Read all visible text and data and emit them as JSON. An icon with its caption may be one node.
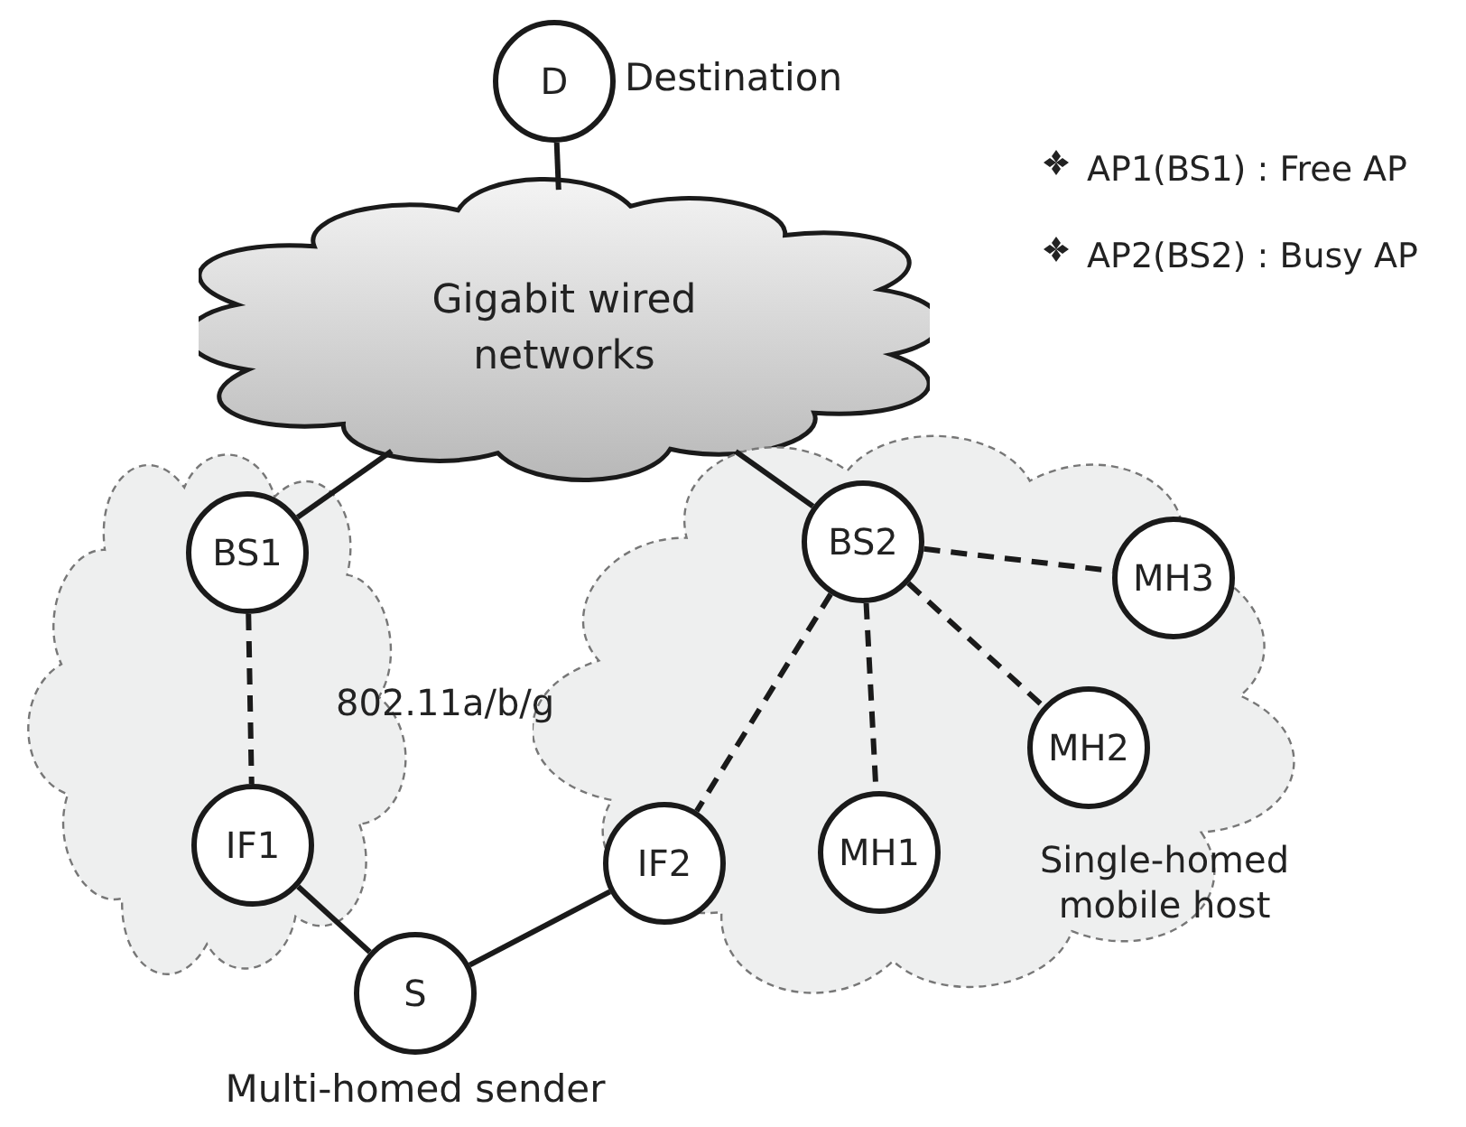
{
  "diagram": {
    "nodes": [
      {
        "text": [
          "D"
        ],
        "beside": [
          "Destination"
        ]
      },
      {
        "text": [
          "Gigabit wired networks"
        ]
      },
      {
        "text": [],
        "shape": "cloud"
      },
      {
        "text": [
          "BS1"
        ],
        "in": 2
      },
      {
        "text": [
          "IF1"
        ],
        "in": 2
      },
      {
        "text": [],
        "shape": "cloud"
      },
      {
        "text": [
          "BS2"
        ],
        "in": 5
      },
      {
        "text": [
          "MH3"
        ],
        "in": 5
      },
      {
        "text": [
          "MH2"
        ],
        "in": 5
      },
      {
        "text": [
          "IF2"
        ],
        "in": 5
      },
      {
        "text": [
          "MH1"
        ],
        "in": 5
      },
      {
        "text": [
          "S"
        ],
        "beside": [
          "Multi-homed sender"
        ]
      }
    ],
    "edges": [
      {
        "from": 0,
        "to": 1,
        "arrow": "none"
      },
      {
        "from": 1,
        "to": 3,
        "arrow": "none"
      },
      {
        "from": 1,
        "to": 6,
        "arrow": "none"
      },
      {
        "from": 3,
        "to": 4,
        "arrow": "none",
        "style": "dashed"
      },
      {
        "from": 4,
        "to": 11,
        "arrow": "none"
      },
      {
        "from": 11,
        "to": 9,
        "arrow": "none"
      },
      {
        "from": 6,
        "to": 9,
        "arrow": "none",
        "style": "dashed"
      },
      {
        "from": 6,
        "to": 10,
        "arrow": "none",
        "style": "dashed"
      },
      {
        "from": 6,
        "to": 8,
        "arrow": "none",
        "style": "dashed"
      },
      {
        "from": 6,
        "to": 7,
        "arrow": "none",
        "style": "dashed"
      }
    ],
    "labels": [
      "AP1(BS1) : Free AP",
      "AP2(BS2) : Busy AP",
      "802.11a/b/g",
      "Single-homed mobile host"
    ]
  }
}
